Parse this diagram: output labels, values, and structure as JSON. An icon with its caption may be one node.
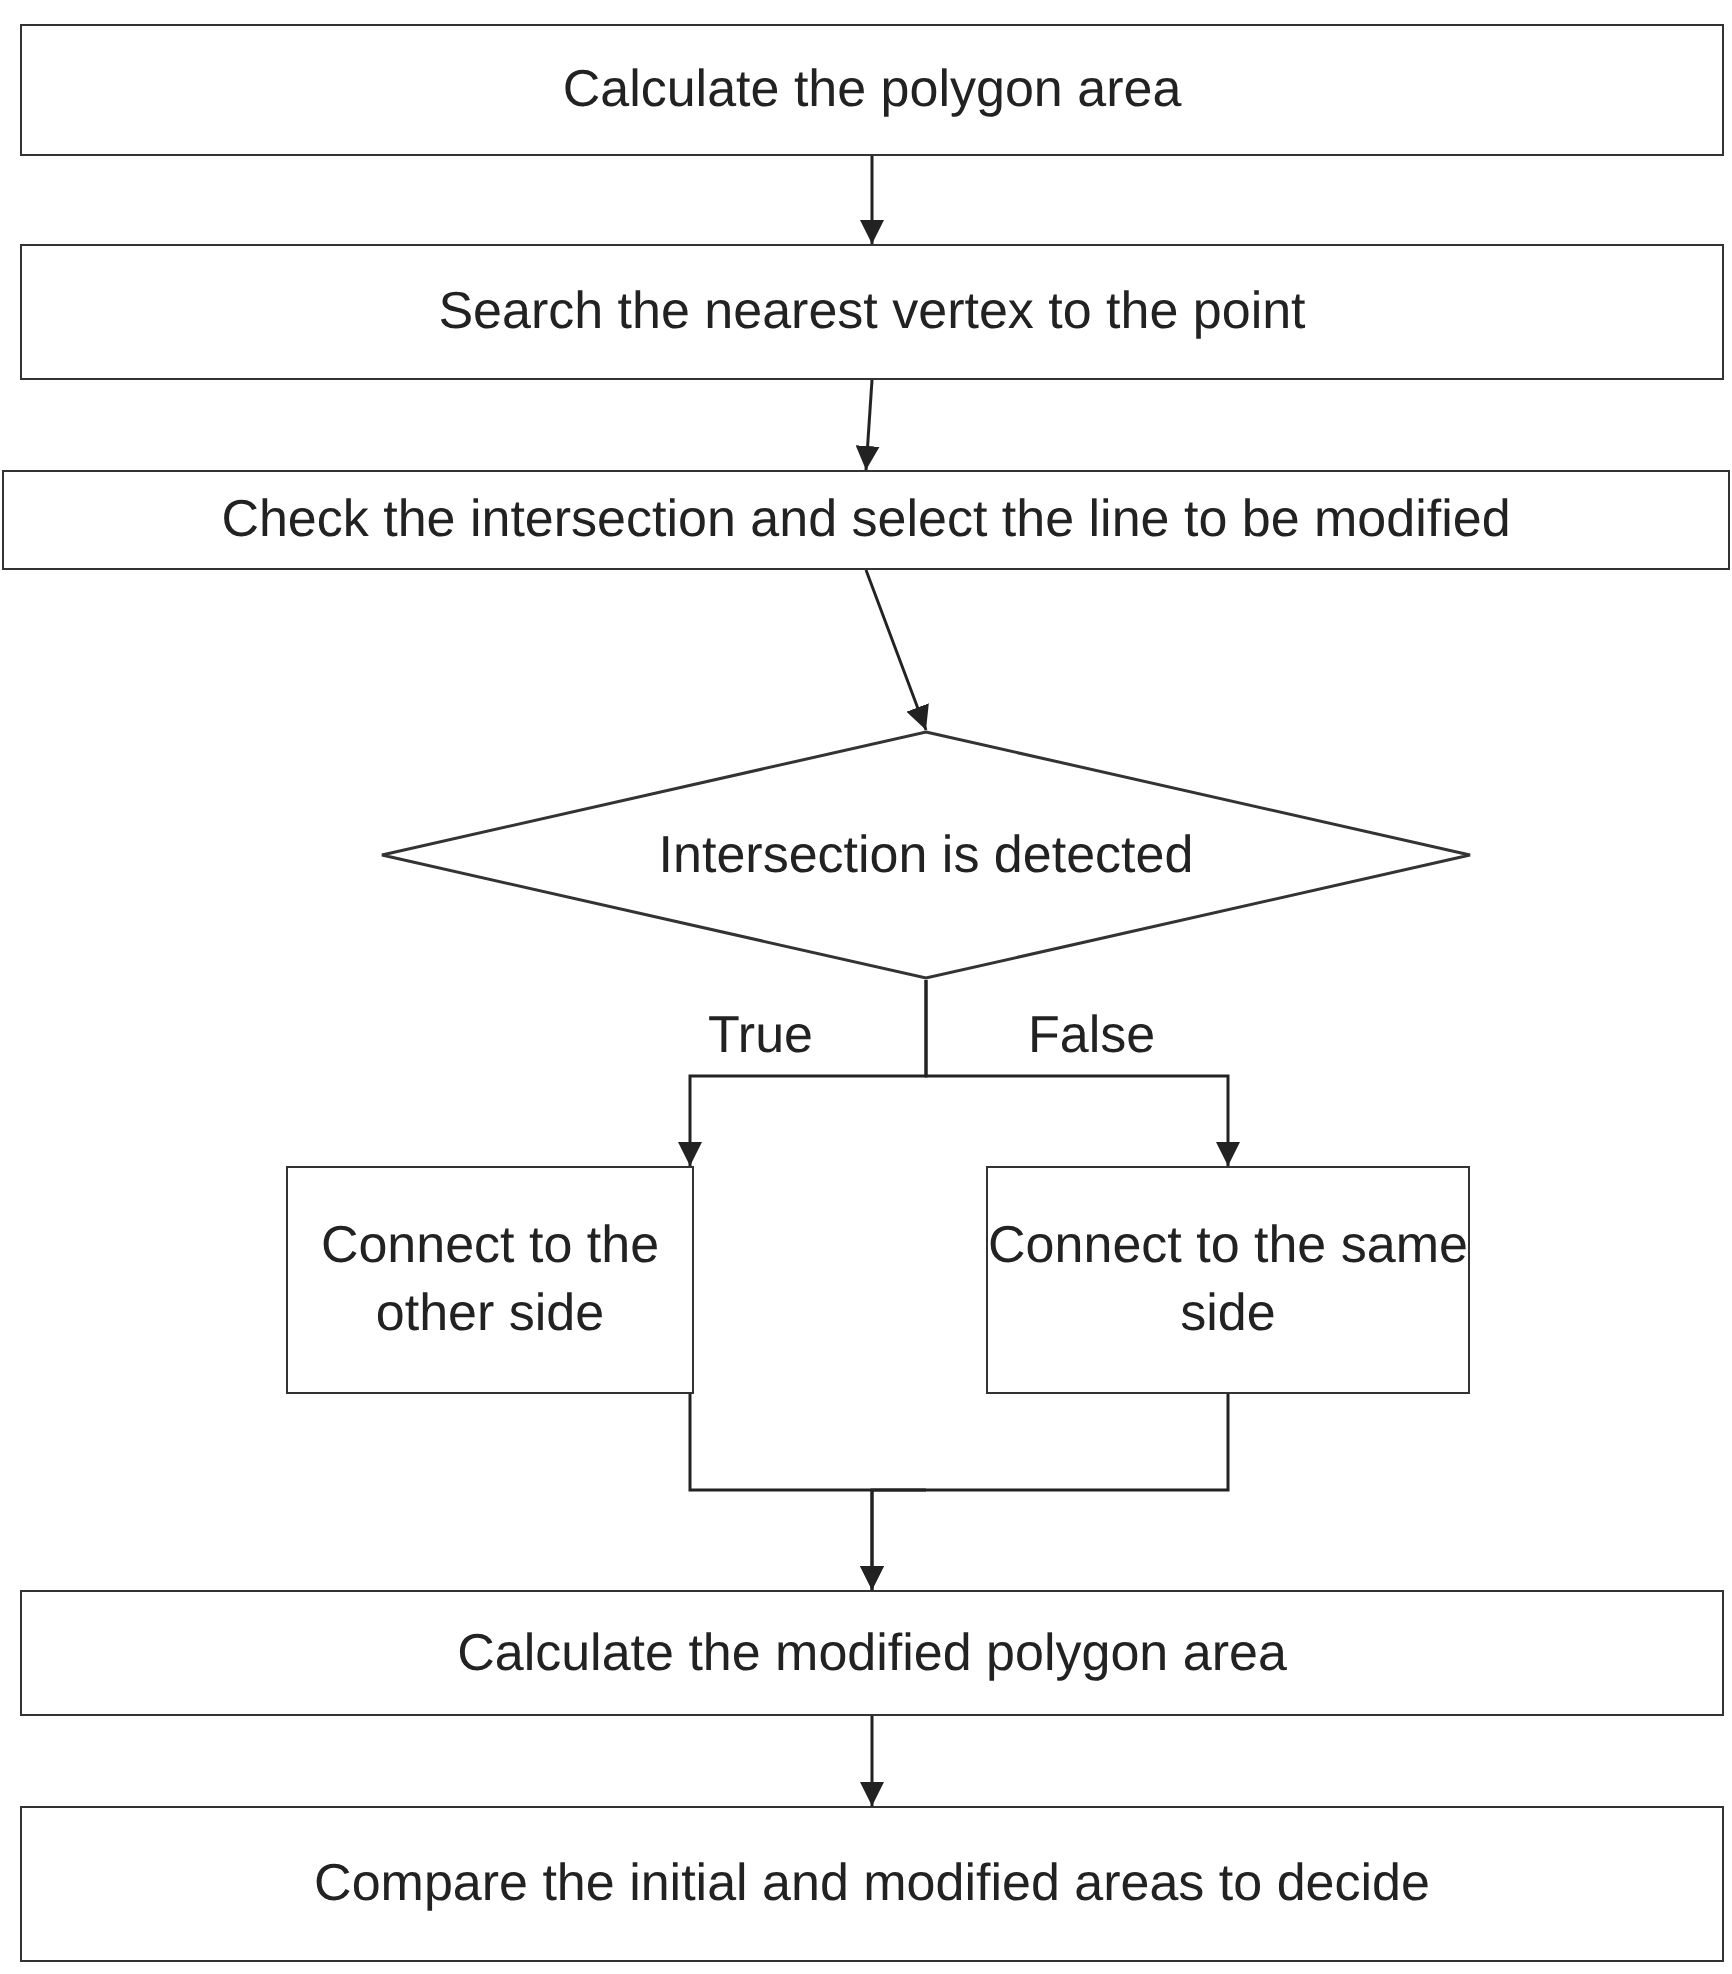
{
  "diagram": {
    "nodes": [
      {
        "text": [
          "Calculate the polygon area"
        ]
      },
      {
        "text": [
          "Search the nearest vertex to the point"
        ]
      },
      {
        "text": [
          "Check the intersection and select the line to be modified"
        ]
      },
      {
        "text": [
          "Intersection is detected"
        ]
      },
      {
        "text": [
          "Connect to the other side"
        ]
      },
      {
        "text": [
          "Connect to the same side"
        ]
      },
      {
        "text": [
          "Calculate the modified polygon area"
        ]
      },
      {
        "text": [
          "Compare the initial and modified areas to decide"
        ]
      }
    ],
    "edges": [
      {
        "from": 0,
        "to": 1,
        "arrow": "to"
      },
      {
        "from": 1,
        "to": 2,
        "arrow": "to"
      },
      {
        "from": 2,
        "to": 3,
        "arrow": "to"
      },
      {
        "from": 3,
        "to": 4,
        "arrow": "to",
        "label": "True"
      },
      {
        "from": 3,
        "to": 5,
        "arrow": "to",
        "label": "False"
      },
      {
        "from": 4,
        "to": 6,
        "arrow": "to"
      },
      {
        "from": 5,
        "to": 6,
        "arrow": "to"
      },
      {
        "from": 6,
        "to": 7,
        "arrow": "to"
      }
    ]
  }
}
